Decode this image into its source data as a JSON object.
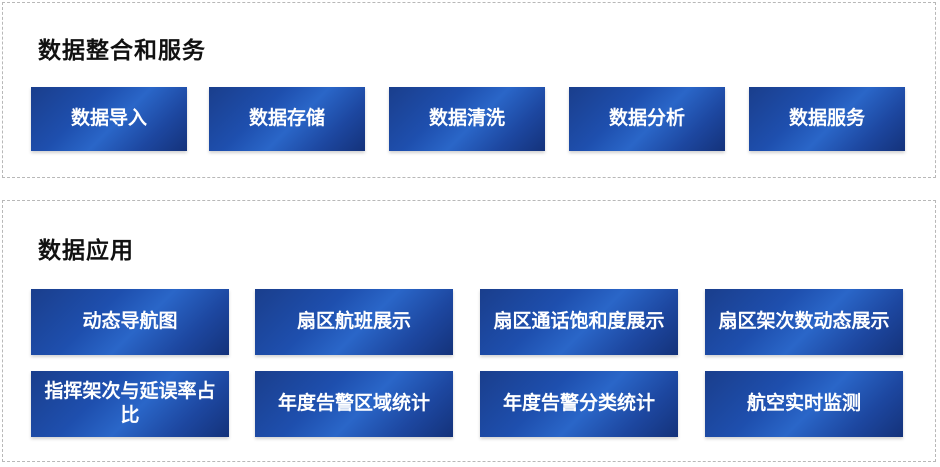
{
  "section_services": {
    "title": "数据整合和服务",
    "items": [
      {
        "label": "数据导入"
      },
      {
        "label": "数据存储"
      },
      {
        "label": "数据清洗"
      },
      {
        "label": "数据分析"
      },
      {
        "label": "数据服务"
      }
    ]
  },
  "section_apps": {
    "title": "数据应用",
    "row1": [
      {
        "label": "动态导航图"
      },
      {
        "label": "扇区航班展示"
      },
      {
        "label": "扇区通话饱和度展示"
      },
      {
        "label": "扇区架次数动态展示"
      }
    ],
    "row2": [
      {
        "label": "指挥架次与延误率占比"
      },
      {
        "label": "年度告警区域统计"
      },
      {
        "label": "年度告警分类统计"
      },
      {
        "label": "航空实时监测"
      }
    ]
  },
  "colors": {
    "box_dark": "#14327a",
    "box_mid": "#1e4fae",
    "box_light": "#2a66c8",
    "border": "#b8b8b8"
  }
}
